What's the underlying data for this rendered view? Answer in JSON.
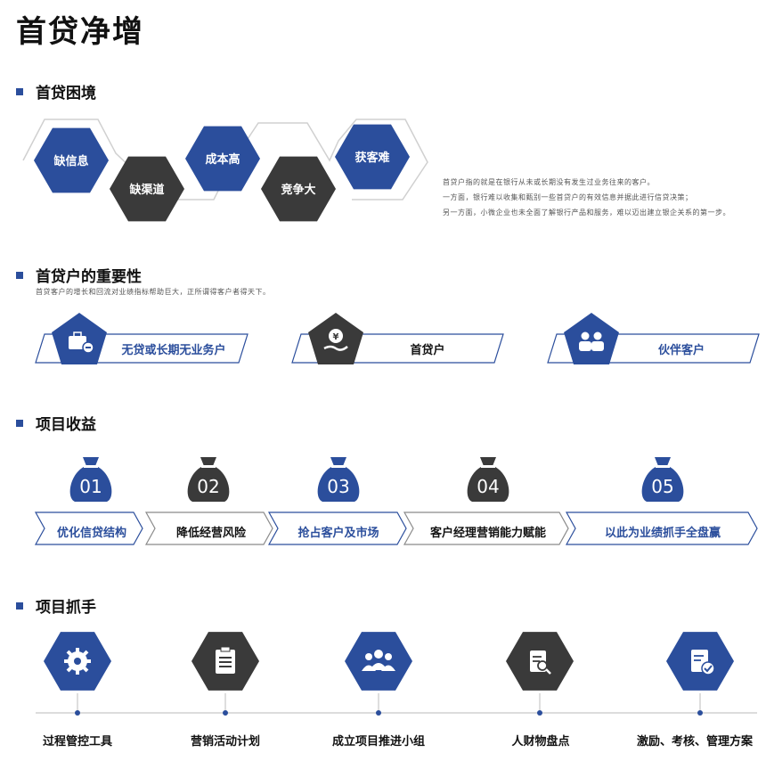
{
  "title": "首贷净增",
  "sections": {
    "dilemma": {
      "title": "首贷困境",
      "items": [
        {
          "label": "缺信息",
          "color": "#2b4e9c"
        },
        {
          "label": "缺渠道",
          "color": "#3a3a3a"
        },
        {
          "label": "成本高",
          "color": "#2b4e9c"
        },
        {
          "label": "竞争大",
          "color": "#3a3a3a"
        },
        {
          "label": "获客难",
          "color": "#2b4e9c"
        }
      ],
      "notes": [
        "首贷户指的就是在银行从未或长期没有发生过业务往来的客户。",
        "一方面，银行难以收集和甄别一些首贷户的有效信息并据此进行信贷决策；",
        "另一方面，小微企业也未全面了解银行产品和服务，难以迈出建立银企关系的第一步。"
      ]
    },
    "importance": {
      "title": "首贷户的重要性",
      "subtitle": "首贷客户的增长和回流对业绩指标帮助巨大，正所谓得客户者得天下。",
      "items": [
        {
          "label": "无贷或长期无业务户",
          "icon": "briefcase-icon",
          "color": "#2b4e9c"
        },
        {
          "label": "首贷户",
          "icon": "money-hand-icon",
          "color": "#3a3a3a"
        },
        {
          "label": "伙伴客户",
          "icon": "partners-icon",
          "color": "#2b4e9c"
        }
      ]
    },
    "benefits": {
      "title": "项目收益",
      "items": [
        {
          "number": "01",
          "label": "优化信贷结构",
          "color": "#2b4e9c"
        },
        {
          "number": "02",
          "label": "降低经营风险",
          "color": "#3a3a3a"
        },
        {
          "number": "03",
          "label": "抢占客户及市场",
          "color": "#2b4e9c"
        },
        {
          "number": "04",
          "label": "客户经理营销能力赋能",
          "color": "#3a3a3a"
        },
        {
          "number": "05",
          "label": "以此为业绩抓手全盘赢",
          "color": "#2b4e9c"
        }
      ]
    },
    "levers": {
      "title": "项目抓手",
      "items": [
        {
          "label": "过程管控工具",
          "icon": "gear-icon",
          "color": "#2b4e9c"
        },
        {
          "label": "营销活动计划",
          "icon": "clipboard-icon",
          "color": "#3a3a3a"
        },
        {
          "label": "成立项目推进小组",
          "icon": "team-icon",
          "color": "#2b4e9c"
        },
        {
          "label": "人财物盘点",
          "icon": "inventory-icon",
          "color": "#3a3a3a"
        },
        {
          "label": "激励、考核、管理方案",
          "icon": "approved-doc-icon",
          "color": "#2b4e9c"
        }
      ]
    }
  },
  "colors": {
    "blue": "#2b4e9c",
    "dark": "#3a3a3a"
  }
}
